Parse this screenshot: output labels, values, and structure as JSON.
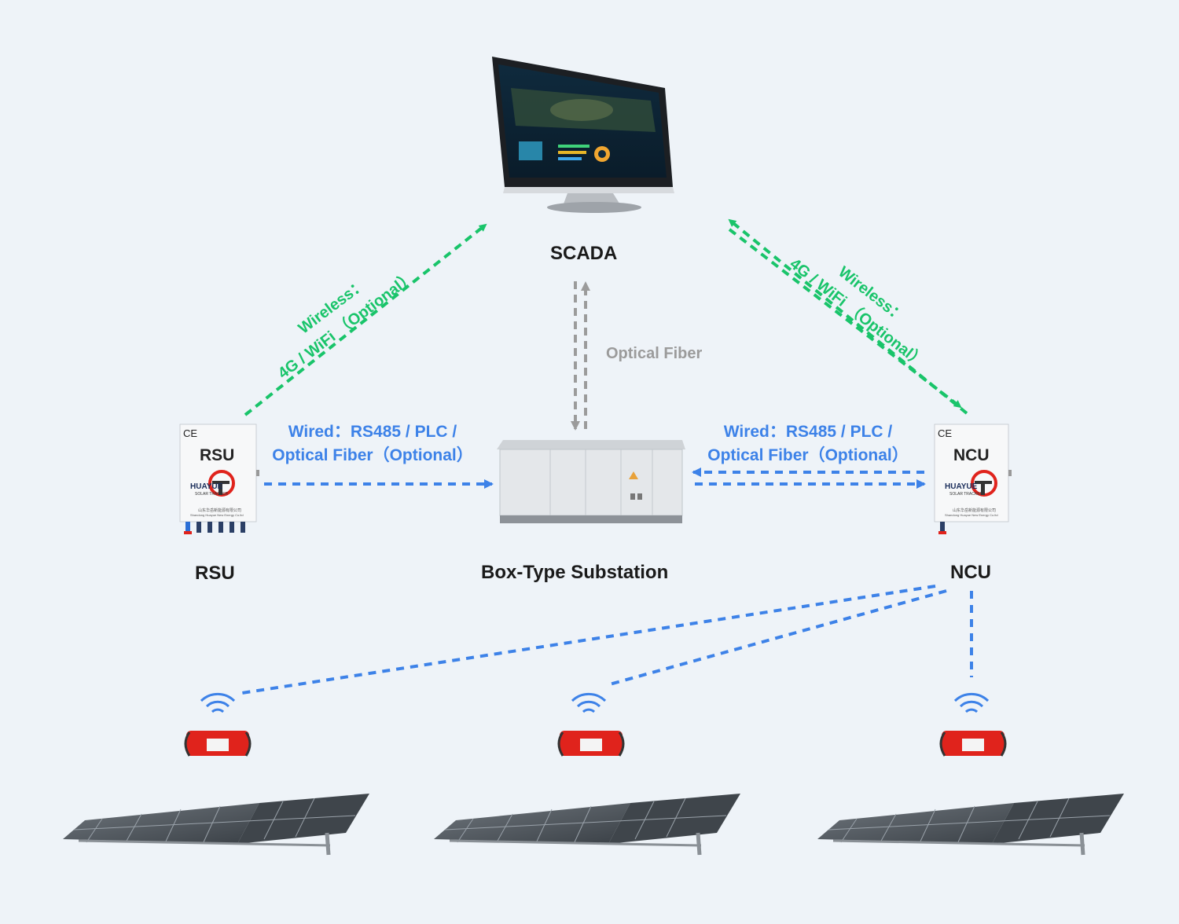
{
  "nodes": {
    "scada": "SCADA",
    "rsu": "RSU",
    "substation": "Box-Type Substation",
    "ncu": "NCU"
  },
  "device_text": {
    "rsu_panel": "RSU",
    "ncu_panel": "NCU",
    "ce_mark": "CE",
    "brand": "HUAYUE",
    "brand_sub": "SOLAR TRACKER",
    "company_cn": "山东华岳新能源有限公司",
    "company_en": "Shandong Huayue New Energy Co.ltd"
  },
  "links": {
    "wireless_left": {
      "line1": "Wireless：",
      "line2": "4G / WiFi （Optional）"
    },
    "wireless_right": {
      "line1": "Wireless：",
      "line2": "4G / WiFi （Optional）"
    },
    "wired_left": {
      "line1": "Wired：RS485 / PLC /",
      "line2": "Optical Fiber（Optional）"
    },
    "wired_right": {
      "line1": "Wired：RS485 / PLC /",
      "line2": "Optical Fiber（Optional）"
    },
    "fiber": "Optical Fiber"
  },
  "colors": {
    "background": "#eef3f8",
    "wireless": "#19c46a",
    "wired": "#3d82e8",
    "fiber": "#9b9b9b",
    "controller": "#e0231c"
  }
}
